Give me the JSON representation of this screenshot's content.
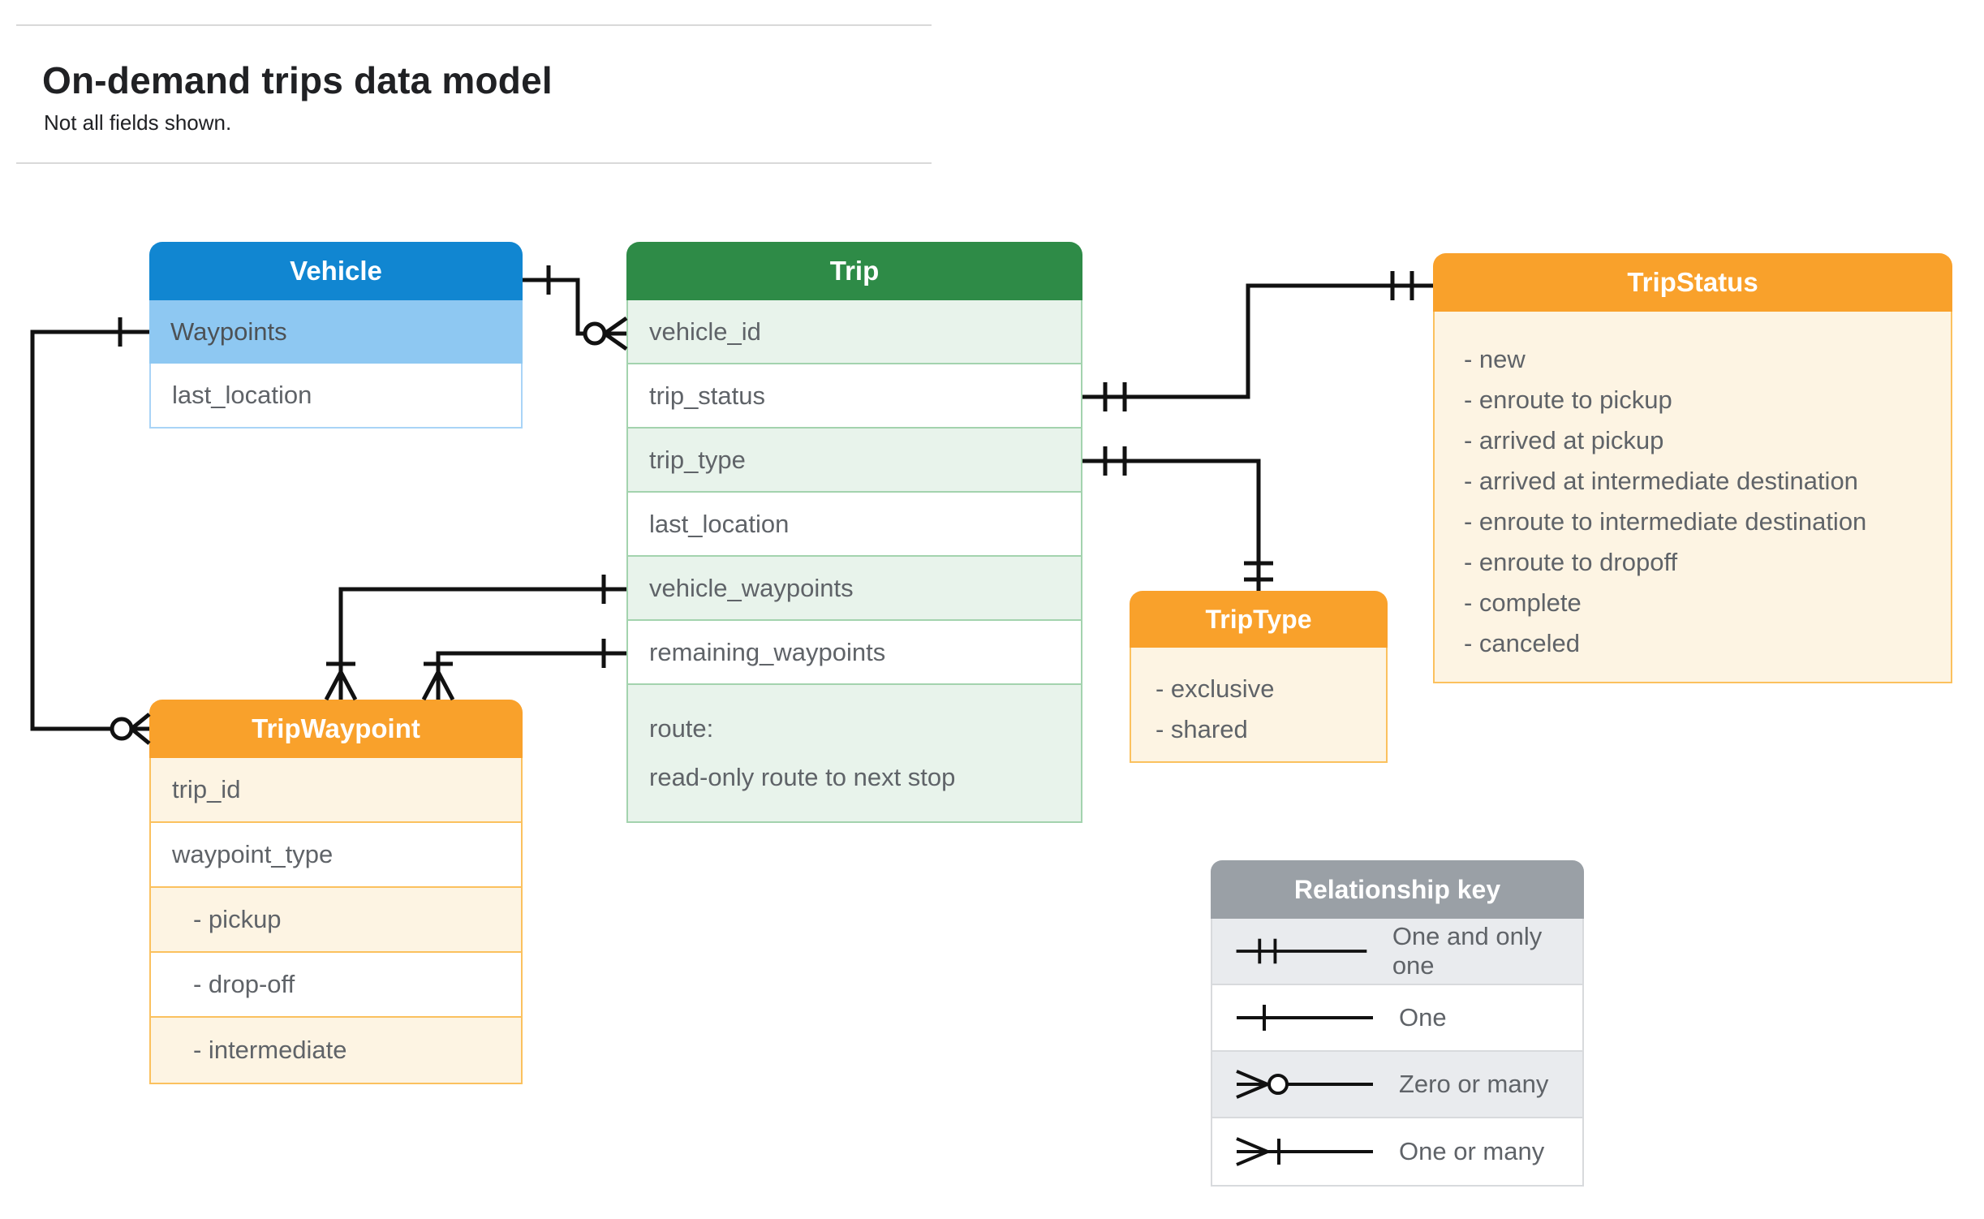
{
  "page": {
    "title": "On-demand trips data model",
    "subtitle": "Not all fields shown."
  },
  "colors": {
    "vehicle_header": "#1186d1",
    "vehicle_highlight_row": "#8ec8f2",
    "trip_header": "#2e8b47",
    "trip_row_tint": "#e8f3eb",
    "orange_header": "#f9a12b",
    "orange_body": "#fdf4e3",
    "legend_header": "#9aa0a6",
    "legend_row_tint": "#e9ebee",
    "field_text": "#5f6368",
    "connector": "#111111"
  },
  "entities": {
    "vehicle": {
      "title": "Vehicle",
      "rows": [
        "Waypoints",
        "last_location"
      ]
    },
    "trip": {
      "title": "Trip",
      "rows": [
        "vehicle_id",
        "trip_status",
        "trip_type",
        "last_location",
        "vehicle_waypoints",
        "remaining_waypoints"
      ],
      "route": {
        "line1": "route:",
        "line2": "read-only route to next stop"
      }
    },
    "trip_status": {
      "title": "TripStatus",
      "items": [
        "- new",
        "- enroute to pickup",
        "- arrived at pickup",
        "- arrived at intermediate destination",
        "- enroute to intermediate destination",
        "- enroute to dropoff",
        "- complete",
        "- canceled"
      ]
    },
    "trip_type": {
      "title": "TripType",
      "items": [
        "- exclusive",
        "- shared"
      ]
    },
    "trip_waypoint": {
      "title": "TripWaypoint",
      "rows": [
        "trip_id",
        "waypoint_type",
        "- pickup",
        "- drop-off",
        "- intermediate"
      ]
    }
  },
  "legend": {
    "title": "Relationship key",
    "items": [
      {
        "symbol": "one-and-only-one",
        "label": "One and only one"
      },
      {
        "symbol": "one",
        "label": "One"
      },
      {
        "symbol": "zero-or-many",
        "label": "Zero or many"
      },
      {
        "symbol": "one-or-many",
        "label": "One or many"
      }
    ]
  }
}
